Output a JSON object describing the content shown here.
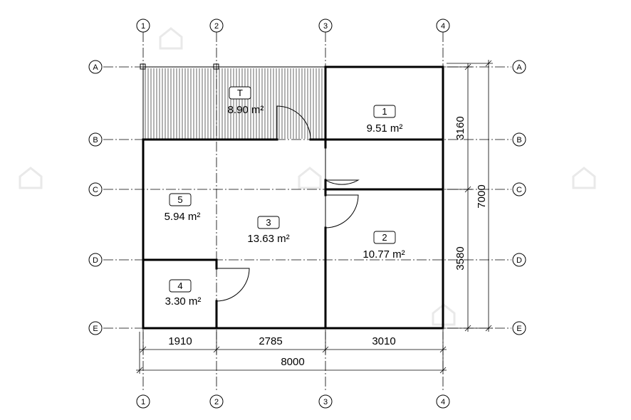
{
  "grid": {
    "columns": [
      {
        "id": "col1",
        "label": "1"
      },
      {
        "id": "col2",
        "label": "2"
      },
      {
        "id": "col3",
        "label": "3"
      },
      {
        "id": "col4",
        "label": "4"
      }
    ],
    "rows": [
      {
        "id": "rowA",
        "label": "A"
      },
      {
        "id": "rowB",
        "label": "B"
      },
      {
        "id": "rowC",
        "label": "C"
      },
      {
        "id": "rowD",
        "label": "D"
      },
      {
        "id": "rowE",
        "label": "E"
      }
    ]
  },
  "rooms": [
    {
      "id": "T",
      "number": "T",
      "area": "8.90 m²"
    },
    {
      "id": "r1",
      "number": "1",
      "area": "9.51 m²"
    },
    {
      "id": "r2",
      "number": "2",
      "area": "10.77 m²"
    },
    {
      "id": "r3",
      "number": "3",
      "area": "13.63 m²"
    },
    {
      "id": "r4",
      "number": "4",
      "area": "3.30 m²"
    },
    {
      "id": "r5",
      "number": "5",
      "area": "5.94 m²"
    }
  ],
  "dimensions": {
    "bottom": [
      "1910",
      "2785",
      "3010"
    ],
    "overall_width": "8000",
    "right": [
      "3160",
      "3580"
    ],
    "overall_depth": "7000"
  },
  "colors": {
    "lines": "#000000",
    "background": "#ffffff",
    "watermark": "#e9e9e9"
  }
}
